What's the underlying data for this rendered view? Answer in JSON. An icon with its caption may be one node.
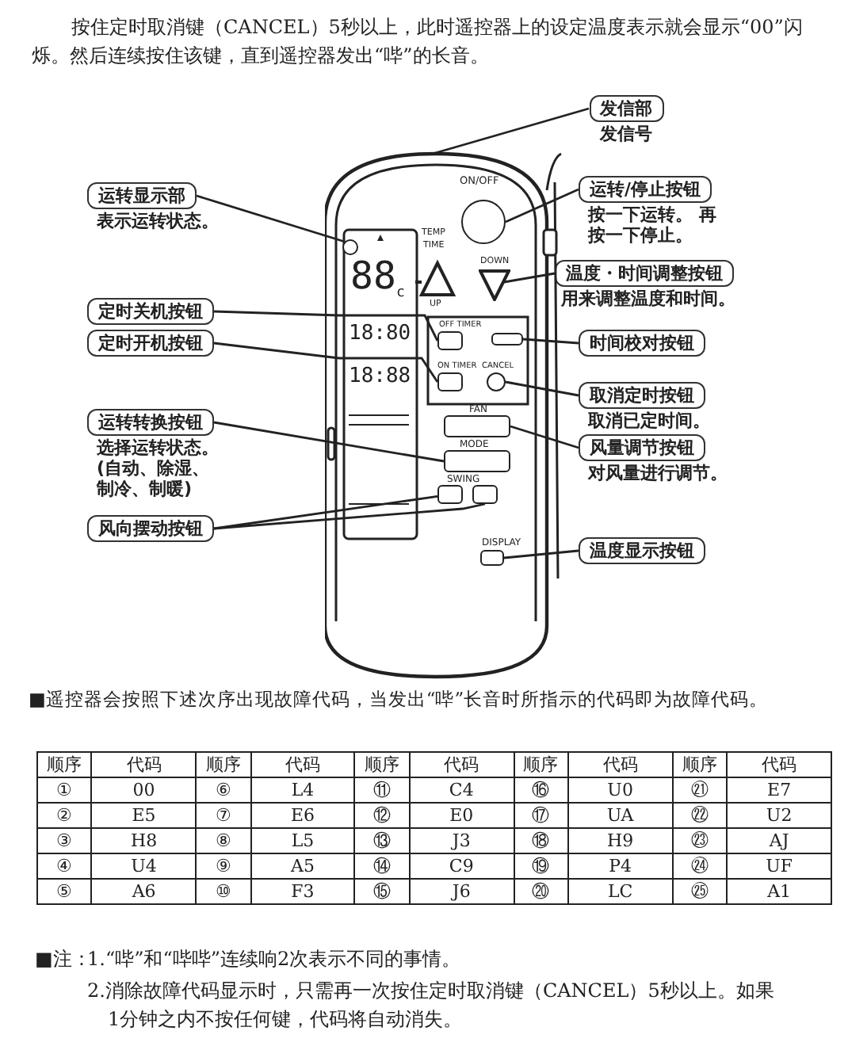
{
  "diagram": {
    "nodes": [
      {
        "text": [
          "运转显示部",
          "表示运转状态。"
        ]
      },
      {
        "text": [
          "定时关机按钮"
        ]
      },
      {
        "text": [
          "定时开机按钮"
        ]
      },
      {
        "text": [
          "运转转换按钮",
          "选择运转状态。(自动、除湿、制冷、制暖)"
        ]
      },
      {
        "text": [
          "风向摆动按钮"
        ]
      },
      {
        "text": [
          "发信部",
          "发信号"
        ]
      },
      {
        "text": [
          "运转/停止按钮",
          "按一下运转。 再按一下停止。"
        ]
      },
      {
        "text": [
          "温度・时间调整按钮",
          "用来调整温度和时间。"
        ]
      },
      {
        "text": [
          "时间校对按钮"
        ]
      },
      {
        "text": [
          "取消定时按钮",
          "取消已定时间。"
        ]
      },
      {
        "text": [
          "风量调节按钮",
          "对风量进行调节。"
        ]
      },
      {
        "text": [
          "温度显示按钮"
        ]
      },
      {
        "text": [],
        "shape": "picture"
      },
      {
        "text": [],
        "shape": "circle",
        "in": 12
      },
      {
        "text": [],
        "shape": "circle",
        "in": 12
      },
      {
        "text": [],
        "shape": "triangle",
        "in": 12
      },
      {
        "text": [],
        "shape": "button",
        "in": 12
      },
      {
        "text": [],
        "shape": "button",
        "in": 12
      },
      {
        "text": [],
        "shape": "button",
        "in": 12
      },
      {
        "text": [],
        "shape": "circle",
        "in": 12
      },
      {
        "text": [],
        "shape": "button",
        "in": 12
      },
      {
        "text": [],
        "shape": "button",
        "in": 12
      },
      {
        "text": [],
        "shape": "button",
        "in": 12
      },
      {
        "text": [],
        "shape": "button",
        "in": 12
      },
      {
        "text": [],
        "shape": "button",
        "in": 12,
        "beside": [
          "DISPLAY"
        ]
      }
    ],
    "edges": [
      {
        "from": 0,
        "to": 14,
        "arrow": "none"
      },
      {
        "from": 1,
        "to": 16,
        "arrow": "none"
      },
      {
        "from": 2,
        "to": 18,
        "arrow": "none"
      },
      {
        "from": 3,
        "to": 21,
        "arrow": "none"
      },
      {
        "from": 4,
        "to": 22,
        "arrow": "none"
      },
      {
        "from": 4,
        "to": 23,
        "arrow": "none"
      },
      {
        "from": 5,
        "to": 12,
        "arrow": "none"
      },
      {
        "from": 6,
        "to": 13,
        "arrow": "none"
      },
      {
        "from": 7,
        "to": 15,
        "arrow": "none"
      },
      {
        "from": 8,
        "to": 17,
        "arrow": "none"
      },
      {
        "from": 9,
        "to": 19,
        "arrow": "none"
      },
      {
        "from": 10,
        "to": 20,
        "arrow": "none"
      },
      {
        "from": 11,
        "to": 24,
        "arrow": "none"
      }
    ],
    "labels": [
      "按住定时取消键（CANCEL）5秒以上，此时遥控器上的设定温度表示就会显示“00”闪烁。然后连续按住该键，直到遥控器发出“哔”的长音。",
      "ON/OFF",
      "TEMP",
      "TIME",
      "UP",
      "DOWN",
      "88",
      "c",
      "18:80",
      "OFF TIMER",
      "18:88",
      "ON TIMER",
      "CANCEL",
      "FAN",
      "MODE",
      "SWING",
      "■遥控器会按照下述次序出现故障代码，当发出“哔”长音时所指示的代码即为故障代码。",
      "顺序",
      "代码",
      "顺序",
      "代码",
      "顺序",
      "代码",
      "顺序",
      "代码",
      "顺序",
      "代码",
      "①",
      "00",
      "⑥",
      "L4",
      "⑪",
      "C4",
      "⑯",
      "U0",
      "㉑",
      "E7",
      "②",
      "E5",
      "⑦",
      "E6",
      "⑫",
      "E0",
      "⑰",
      "UA",
      "㉒",
      "U2",
      "③",
      "H8",
      "⑧",
      "L5",
      "⑬",
      "J3",
      "⑱",
      "H9",
      "㉓",
      "AJ",
      "④",
      "U4",
      "⑨",
      "A5",
      "⑭",
      "C9",
      "⑲",
      "P4",
      "㉔",
      "UF",
      "⑤",
      "A6",
      "⑩",
      "F3",
      "⑮",
      "J6",
      "⑳",
      "LC",
      "㉕",
      "A1",
      "■注：",
      "1.“哔”和“哔哔”连续响2次表示不同的事情。",
      "2.消除故障代码显示时，只需再一次按住定时取消键（CANCEL）5秒以上。如果1分钟之内不按任何键，代码将自动消失。"
    ]
  }
}
